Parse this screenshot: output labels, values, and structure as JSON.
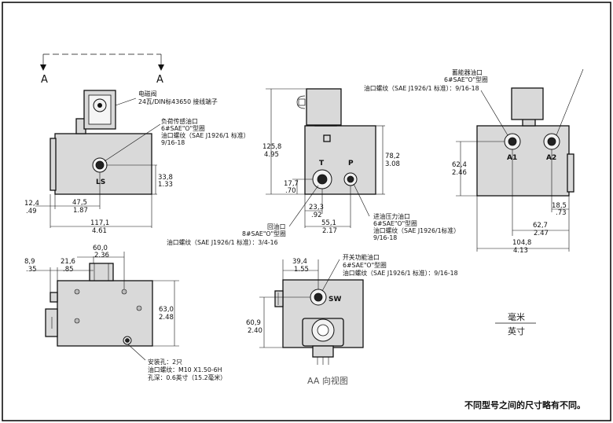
{
  "section_markers": {
    "left": "A",
    "right": "A"
  },
  "front_view": {
    "solenoid_note": [
      "电磁阀",
      "24瓦/DIN标43650 接线端子"
    ],
    "ls_note": [
      "负荷传感油口",
      "6#SAE\"O\"型圈",
      "油口螺纹（SAE J1926/1 标准）",
      "9/16-18"
    ],
    "ls_label": "LS",
    "dims": {
      "left_offset_mm": "12,4",
      "left_offset_in": ".49",
      "port_x_mm": "47,5",
      "port_x_in": "1.87",
      "width_mm": "117,1",
      "width_in": "4.61",
      "port_h_mm": "33,8",
      "port_h_in": "1.33"
    }
  },
  "side_view": {
    "dims": {
      "height_mm": "125,8",
      "height_in": "4.95",
      "body_h_mm": "78,2",
      "body_h_in": "3.08",
      "port_h_mm": "17,7",
      "port_h_in": ".70",
      "t_x_mm": "23,3",
      "t_x_in": ".92",
      "p_x_mm": "55,1",
      "p_x_in": "2.17"
    },
    "t_label": "T",
    "p_label": "P",
    "return_note": [
      "回油口",
      "8#SAE\"O\"型圈",
      "油口螺纹（SAE J1926/1 标准）：3/4-16"
    ],
    "pressure_note": [
      "进油压力油口",
      "6#SAE\"O\"型圈",
      "油口螺纹（SAE J1926/1标准）",
      "9/16-18"
    ]
  },
  "right_view": {
    "accumulator_note": [
      "蓄能器油口",
      "6#SAE\"O\"型圈",
      "油口螺纹（SAE J1926/1 标准）：9/16-18"
    ],
    "a1_label": "A1",
    "a2_label": "A2",
    "dims": {
      "port_h_mm": "62,4",
      "port_h_in": "2.46",
      "right_offset_mm": "18,5",
      "right_offset_in": ".73",
      "a1_x_mm": "62,7",
      "a1_x_in": "2.47",
      "width_mm": "104,8",
      "width_in": "4.13"
    }
  },
  "top_view": {
    "dims": {
      "edge_mm": "8,9",
      "edge_in": ".35",
      "conn_mm": "21,6",
      "conn_in": ".85",
      "hole_mm": "60,0",
      "hole_in": "2.36",
      "depth_mm": "63,0",
      "depth_in": "2.48"
    },
    "mount_note": [
      "安装孔：2只",
      "油口螺纹：M10 X1.50-6H",
      "孔深：0.6英寸（15.2毫米）"
    ]
  },
  "aa_view": {
    "sw_label": "SW",
    "switch_note": [
      "开关功能油口",
      "6#SAE\"O\"型圈",
      "油口螺纹（SAE J1926/1 标准）：9/16-18"
    ],
    "dims": {
      "w_mm": "39,4",
      "w_in": "1.55",
      "h_mm": "60,9",
      "h_in": "2.40"
    },
    "view_caption": "AA 向视图"
  },
  "units": {
    "top": "毫米",
    "bottom": "英寸"
  },
  "footer": "不同型号之间的尺寸略有不同。"
}
